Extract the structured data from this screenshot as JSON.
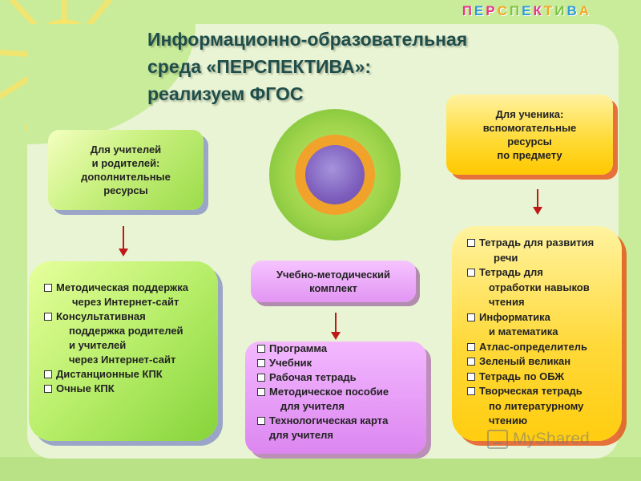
{
  "brand": {
    "letters": [
      "П",
      "Е",
      "Р",
      "С",
      "П",
      "Е",
      "К",
      "Т",
      "И",
      "В",
      "А"
    ],
    "colors": [
      "#e6358a",
      "#2f9ad8",
      "#e6358a",
      "#f5a623",
      "#7cc242",
      "#2f9ad8",
      "#e6358a",
      "#f5a623",
      "#7cc242",
      "#2f9ad8",
      "#f5a623"
    ]
  },
  "title": {
    "line1": "Информационно-образовательная",
    "line2": "среда «ПЕРСПЕКТИВА»:",
    "line3": "реализуем ФГОС"
  },
  "teachers": {
    "header_line1": "Для учителей",
    "header_line2": "и родителей:",
    "header_line3": "дополнительные",
    "header_line4": "ресурсы",
    "items": [
      {
        "l1": "Методическая поддержка",
        "l2": "через Интернет-сайт"
      },
      {
        "l1": "Консультативная",
        "l2": "поддержка родителей",
        "l3": "и учителей",
        "l4": "через Интернет-сайт"
      },
      {
        "l1": "Дистанционные КПК"
      },
      {
        "l1": "Очные КПК"
      }
    ]
  },
  "umk": {
    "header_line1": "Учебно-методический",
    "header_line2": "комплект",
    "items": [
      {
        "l1": "Программа"
      },
      {
        "l1": "Учебник"
      },
      {
        "l1": "Рабочая тетрадь"
      },
      {
        "l1": "Методическое пособие",
        "l2": "для учителя"
      },
      {
        "l1": "Технологическая карта",
        "l2": "для учителя"
      }
    ]
  },
  "students": {
    "header_line1": "Для ученика:",
    "header_line2": "вспомогательные",
    "header_line3": "ресурсы",
    "header_line4": "по предмету",
    "items": [
      {
        "l1": "Тетрадь для развития",
        "l2": "речи"
      },
      {
        "l1": "Тетрадь для",
        "l2": "отработки навыков",
        "l3": "чтения"
      },
      {
        "l1": "Информатика",
        "l2": "и математика"
      },
      {
        "l1": "Атлас-определитель"
      },
      {
        "l1": "Зеленый великан"
      },
      {
        "l1": "Тетрадь по ОБЖ"
      },
      {
        "l1": "Творческая тетрадь",
        "l2": "по литературному",
        "l3": "чтению"
      }
    ]
  },
  "watermark": "MyShared"
}
